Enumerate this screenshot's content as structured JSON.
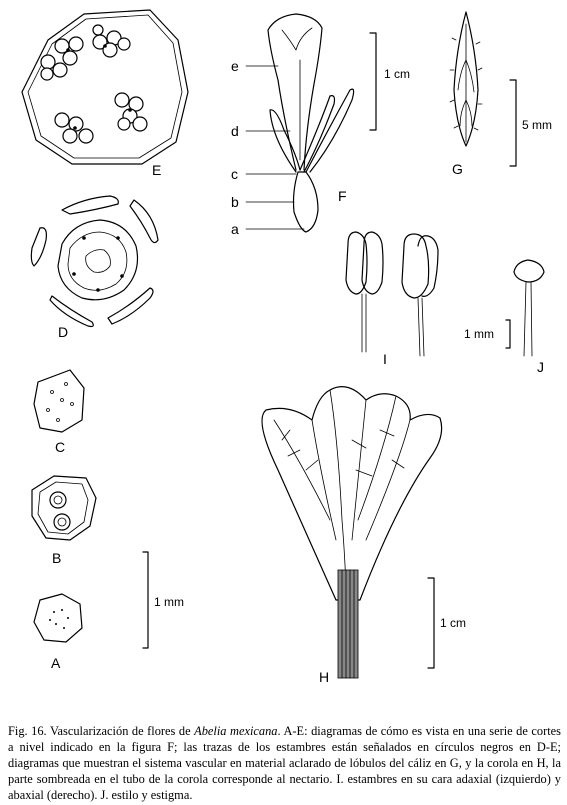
{
  "panels": {
    "A": "A",
    "B": "B",
    "C": "C",
    "D": "D",
    "E": "E",
    "F": "F",
    "G": "G",
    "H": "H",
    "I": "I",
    "J": "J"
  },
  "section_levels": {
    "a": "a",
    "b": "b",
    "c": "c",
    "d": "d",
    "e": "e"
  },
  "scale_bars": {
    "f_scale": "1 cm",
    "g_scale": "5 mm",
    "j_scale": "1 mm",
    "ae_scale": "1 mm",
    "h_scale": "1 cm"
  },
  "caption": {
    "prefix": "Fig. 16. Vascularización de flores de ",
    "species": "Abelia mexicana",
    "body": ". A-E: diagramas de cómo es vista en una serie de cortes a nivel indicado en la figura F; las trazas de los estambres están señalados en círculos negros en D-E; diagramas que muestran el sistema vascular en material aclarado de lóbulos del cáliz en G, y la corola en H, la parte sombreada en el tubo de la corola corresponde al nectario. I. estambres en su cara adaxial (izquierdo) y abaxial (derecho). J. estilo y estigma."
  }
}
